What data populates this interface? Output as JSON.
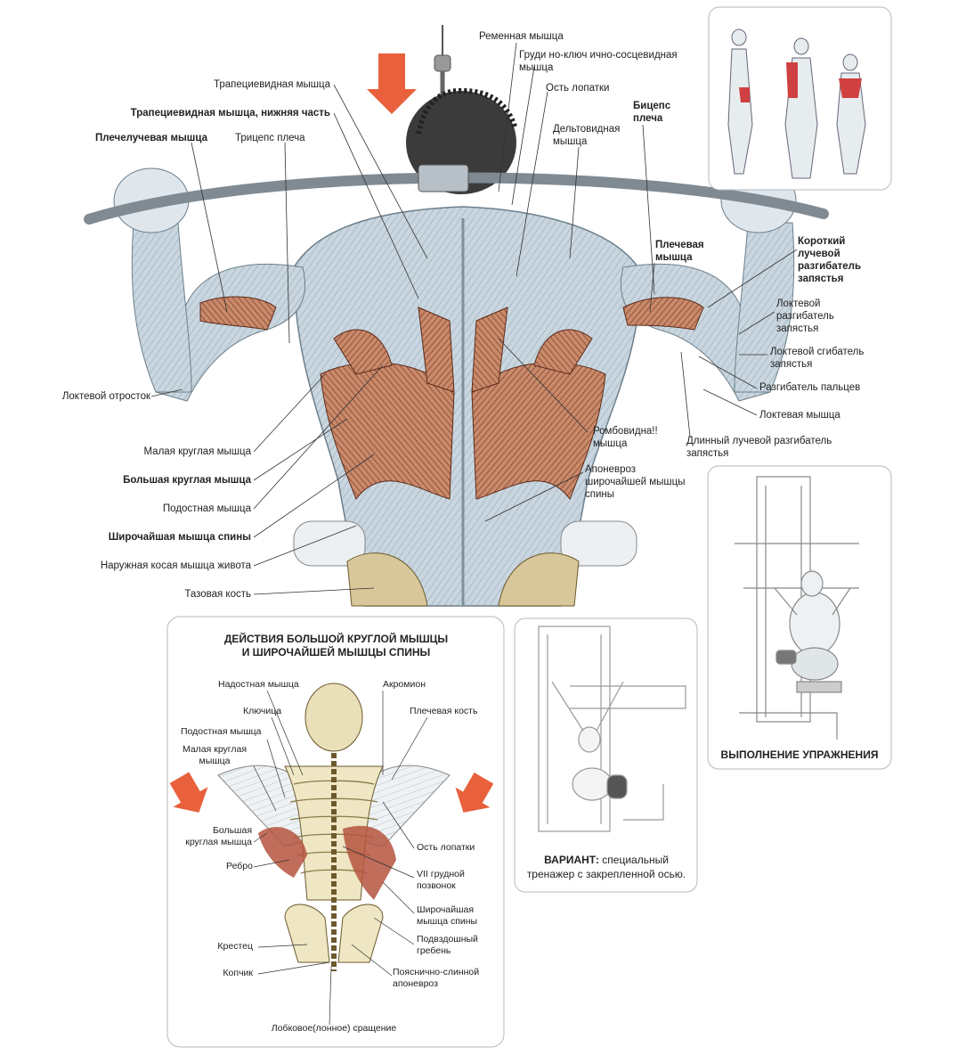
{
  "main_labels_left": [
    {
      "id": "trap",
      "text": "Трапециевидная мышца",
      "bold": false
    },
    {
      "id": "trap_low",
      "text": "Трапециевидная мышца, нижняя часть",
      "bold": true
    },
    {
      "id": "brachiorad",
      "text": "Плечелучевая мышца",
      "bold": true
    },
    {
      "id": "triceps",
      "text": "Трицепс плеча",
      "bold": false
    },
    {
      "id": "olecranon",
      "text": "Локтевой отросток",
      "bold": false
    },
    {
      "id": "teres_minor",
      "text": "Малая круглая мышца",
      "bold": false
    },
    {
      "id": "teres_major",
      "text": "Большая круглая мышца",
      "bold": true
    },
    {
      "id": "infraspinatus",
      "text": "Подостная мышца",
      "bold": false
    },
    {
      "id": "lat",
      "text": "Широчайшая мышца спины",
      "bold": true
    },
    {
      "id": "oblique",
      "text": "Наружная косая мышца живота",
      "bold": false
    },
    {
      "id": "pelvis",
      "text": "Тазовая кость",
      "bold": false
    }
  ],
  "main_labels_right": [
    {
      "id": "splenius",
      "text": "Ременная  мышца",
      "bold": false
    },
    {
      "id": "scm",
      "text": "Груди но-ключ ично-сосцевидная\nмышца",
      "bold": false
    },
    {
      "id": "spine_scap",
      "text": "Ость лопатки",
      "bold": false
    },
    {
      "id": "deltoid",
      "text": "Дельтовидная\nмышца",
      "bold": false
    },
    {
      "id": "biceps",
      "text": "Бицепс\nплеча",
      "bold": true
    },
    {
      "id": "brachialis",
      "text": "Плечевая\nмышца",
      "bold": true
    },
    {
      "id": "ecrb",
      "text": "Короткий\nлучевой\nразгибатель\nзапястья",
      "bold": true
    },
    {
      "id": "ecu",
      "text": "Локтевой\nразгибатель\nзапястья",
      "bold": false
    },
    {
      "id": "fcu",
      "text": "Локтевой сгибатель\nзапястья",
      "bold": false
    },
    {
      "id": "ed",
      "text": "Разгибатель пальцев",
      "bold": false
    },
    {
      "id": "anconeus",
      "text": "Локтевая мышца",
      "bold": false
    },
    {
      "id": "rhomboid",
      "text": "Ромбовидна!!\nмышца",
      "bold": false
    },
    {
      "id": "ecrl",
      "text": "Длинный лучевой разгибатель\nзапястья",
      "bold": false
    },
    {
      "id": "aponeurosis",
      "text": "Апоневроз\nширочайшей мышцы\nспины",
      "bold": false
    }
  ],
  "skeleton_panel": {
    "title": "ДЕЙСТВИЯ БОЛЬШОЙ КРУГЛОЙ МЫШЦЫ\nИ ШИРОЧАЙШЕЙ МЫШЦЫ СПИНЫ",
    "labels": [
      {
        "id": "supraspinatus",
        "text": "Надостная мышца"
      },
      {
        "id": "acromion",
        "text": "Акромион"
      },
      {
        "id": "clavicle",
        "text": "Ключица"
      },
      {
        "id": "humerus",
        "text": "Плечевая кость"
      },
      {
        "id": "infra",
        "text": "Подостная мышца"
      },
      {
        "id": "tminor",
        "text": "Малая круглая\nмышца"
      },
      {
        "id": "tmajor",
        "text": "Большая\nкруглая мышца"
      },
      {
        "id": "scap_spine",
        "text": "Ость лопатки"
      },
      {
        "id": "rib",
        "text": "Ребро"
      },
      {
        "id": "t7",
        "text": "VII грудной\nпозвонок"
      },
      {
        "id": "latd",
        "text": "Широчайшая\nмышца спины"
      },
      {
        "id": "iliac",
        "text": "Подвздошный\nгребень"
      },
      {
        "id": "sacrum",
        "text": "Крестец"
      },
      {
        "id": "lumbar",
        "text": "Пояснично-слинной\nапоневроз"
      },
      {
        "id": "coccyx",
        "text": "Копчик"
      },
      {
        "id": "pubic",
        "text": "Лобковое(лонное) сращение"
      }
    ]
  },
  "variant_panel": {
    "caption_bold": "ВАРИАНТ:",
    "caption_rest": " специальный\nтренажер с закрепленной осью."
  },
  "execution_panel": {
    "caption": "ВЫПОЛНЕНИЕ УПРАЖНЕНИЯ"
  },
  "colors": {
    "muscle_red": "#b5533e",
    "arrow_red": "#e8613c",
    "panel_border": "#b9b9b9",
    "skin_blue": "#d9e3ea"
  }
}
